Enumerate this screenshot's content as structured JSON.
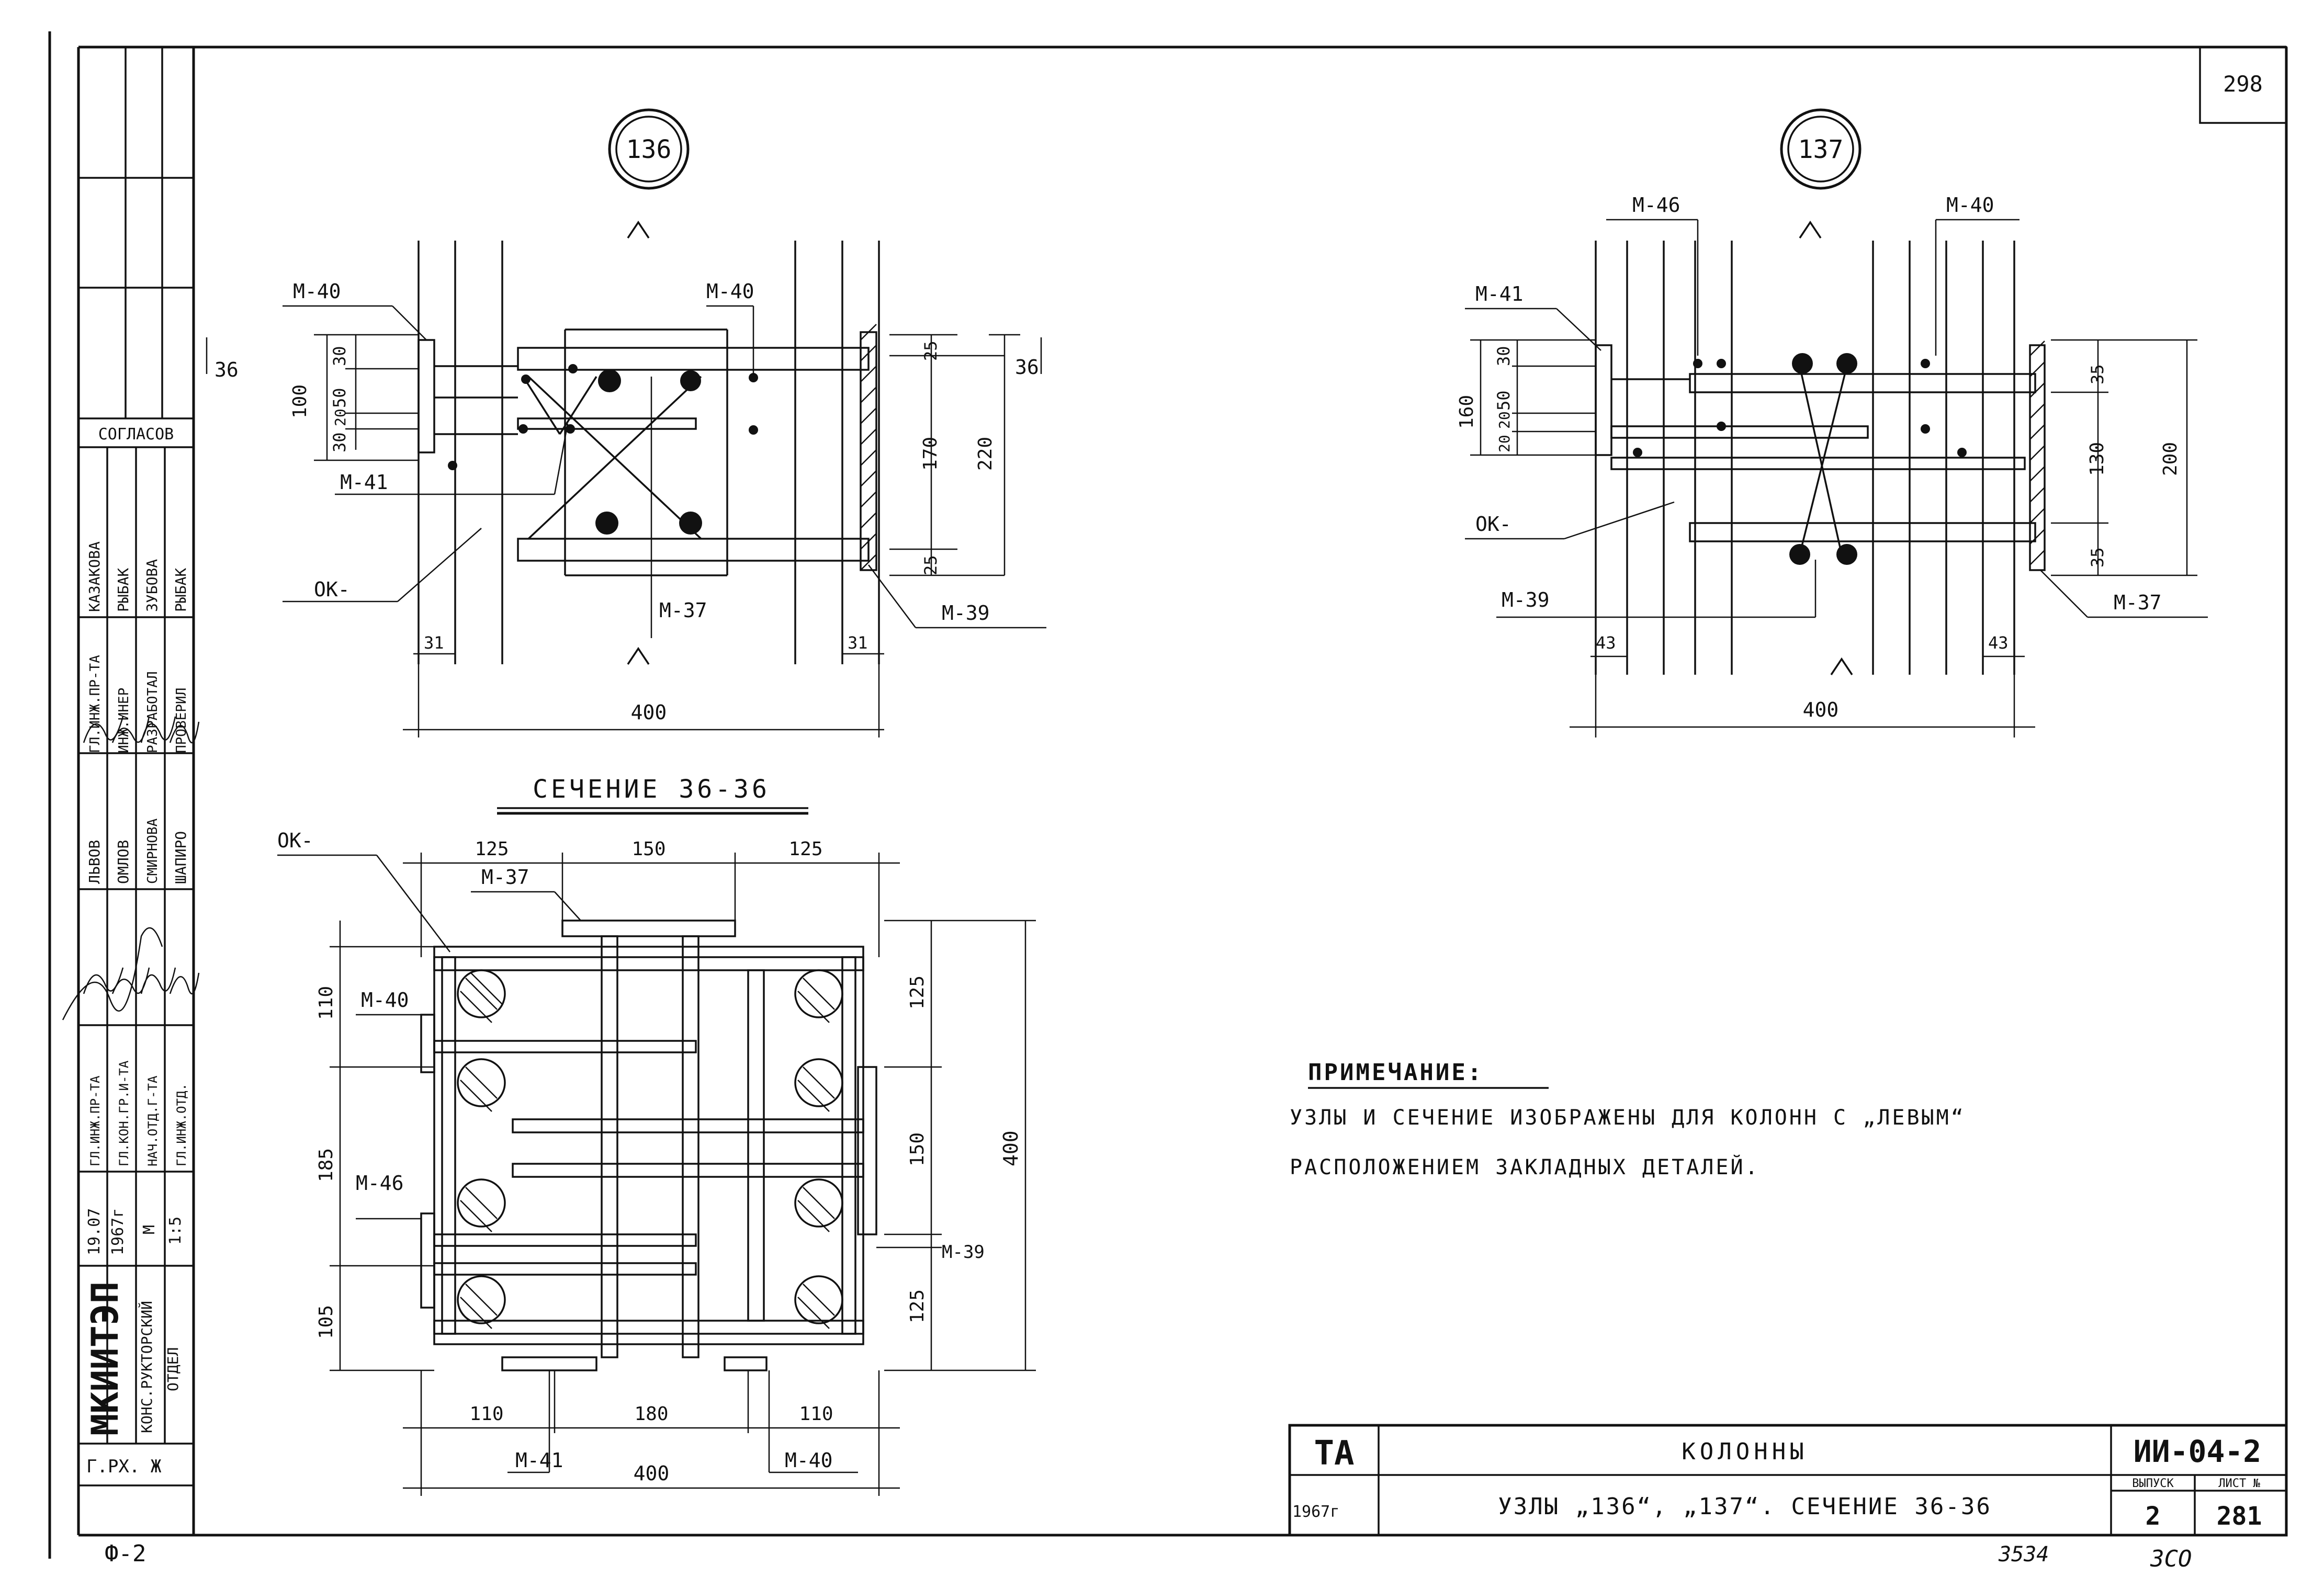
{
  "sheet": {
    "page_number": "298",
    "bottom_left_code": "Ф-2",
    "bottom_mid_number": "3534",
    "bottom_right_number": "3СО",
    "archive_stamp": "Г.РХ. Ж"
  },
  "left_stamp": {
    "org_name": "МКИИТЭП",
    "dept": [
      "КОНС.РУКТОРСКИЙ",
      "ОТДЕЛ"
    ],
    "date": [
      "19.07",
      "1967г"
    ],
    "scale_label": "М",
    "scale_value": "1:5",
    "agreed_label": "СОГЛАСОВ",
    "positions": [
      "ГЛ.ИНЖ.ПР-ТА",
      "ИНЖ.ИНЕР",
      "РАЗРАБОТАЛ",
      "ПРОВЕРИЛ",
      "ГЛ.ИНЖ.ПР-ТА",
      "ГЛ.КОН.ГР.И-ТА",
      "НАЧ.ОТД.Г-ТА",
      "ГЛ.ИНЖ.ОТД."
    ],
    "names": [
      "ЛЬВОВ",
      "ОМЛОВ",
      "СМИРНОВА",
      "ШАПИРО",
      "КАЗАКОВА",
      "РЫБАК",
      "ЗУБОВА",
      "РЫБАК"
    ]
  },
  "node_136": {
    "id": "136",
    "labels": [
      "М-40",
      "М-40",
      "М-41",
      "ОК-",
      "М-37",
      "М-39"
    ],
    "dims_left": [
      "100",
      "30",
      "50",
      "20",
      "30"
    ],
    "dims_right": [
      "25",
      "170",
      "25",
      "220"
    ],
    "dims_bottom": [
      "31",
      "31",
      "400"
    ],
    "section_mark": "36"
  },
  "node_137": {
    "id": "137",
    "labels": [
      "М-46",
      "М-40",
      "М-41",
      "ОК-",
      "М-39",
      "М-37"
    ],
    "dims_left": [
      "160",
      "30",
      "50",
      "20",
      "20"
    ],
    "dims_right": [
      "35",
      "130",
      "35",
      "200"
    ],
    "dims_bottom": [
      "43",
      "43",
      "400"
    ]
  },
  "section": {
    "title": "СЕЧЕНИЕ 36-36",
    "labels": [
      "ОК-",
      "М-37",
      "М-40",
      "М-46",
      "М-39",
      "М-41",
      "М-40"
    ],
    "dims_top": [
      "125",
      "150",
      "125"
    ],
    "dims_left": [
      "110",
      "185",
      "105"
    ],
    "dims_right": [
      "125",
      "150",
      "125",
      "400"
    ],
    "dims_bottom": [
      "110",
      "180",
      "110",
      "400"
    ]
  },
  "note": {
    "title": "ПРИМЕЧАНИЕ:",
    "line1": "УЗЛЫ И СЕЧЕНИЕ ИЗОБРАЖЕНЫ ДЛЯ КОЛОНН С „ЛЕВЫМ“",
    "line2": "РАСПОЛОЖЕНИЕМ ЗАКЛАДНЫХ ДЕТАЛЕЙ."
  },
  "title_block": {
    "logo": "ТА",
    "year": "1967г",
    "subject": "КОЛОННЫ",
    "description": "УЗЛЫ „136“, „137“. СЕЧЕНИЕ 36-36",
    "series": "ИИ-04-2",
    "issue_label": "ВЫПУСК",
    "sheet_label": "ЛИСТ №",
    "issue": "2",
    "sheet": "281"
  }
}
